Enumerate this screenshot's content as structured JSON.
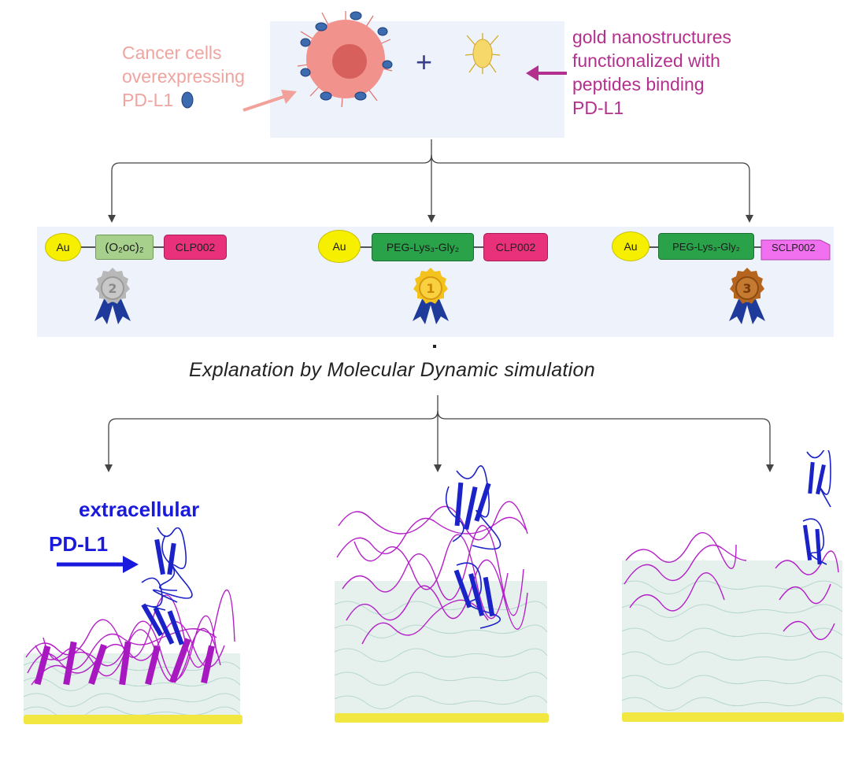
{
  "top": {
    "left_label_lines": [
      "Cancer cells",
      "overexpressing",
      "PD-L1"
    ],
    "right_label_lines": [
      "gold nanostructures",
      "functionalized with",
      "peptides binding",
      "PD-L1"
    ],
    "plus": "+"
  },
  "constructs": [
    {
      "au": "Au",
      "linker": "(O₂oc)₂",
      "peptide": "CLP002",
      "rank": "2"
    },
    {
      "au": "Au",
      "linker": "PEG-Lys₃-Gly₂",
      "peptide": "CLP002",
      "rank": "1"
    },
    {
      "au": "Au",
      "linker": "PEG-Lys₃-Gly₂",
      "peptide": "SCLP002",
      "rank": "3"
    }
  ],
  "explanation": "Explanation by  Molecular Dynamic simulation",
  "md": {
    "label_line1": "extracellular",
    "label_line2": "PD-L1"
  },
  "colors": {
    "membrane": "#f2e640",
    "pdl1": "#1a22c8",
    "peptide_strands": "#b41ec8",
    "water_mesh": "#b7d7cf",
    "silver": "#b8b8b8",
    "gold": "#f4c21c",
    "bronze": "#b5651d",
    "ribbon": "#1a2a8c"
  }
}
